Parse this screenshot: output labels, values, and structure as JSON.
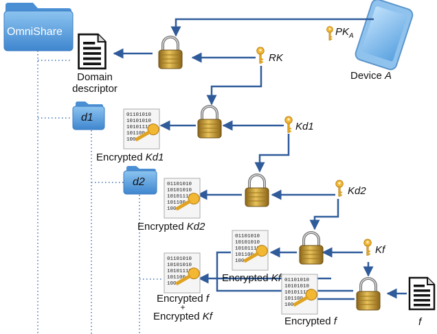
{
  "root_folder": {
    "label": "OmniShare"
  },
  "folders": [
    {
      "label": "d1"
    },
    {
      "label": "d2"
    }
  ],
  "device": {
    "name": "Device",
    "name_var": "A"
  },
  "keys": {
    "pk": {
      "base": "PK",
      "sub": "A"
    },
    "rk": "RK",
    "kd1": "Kd1",
    "kd2": "Kd2",
    "kf": "Kf",
    "f": "f"
  },
  "domain_descriptor": {
    "line1": "Domain",
    "line2": "descriptor"
  },
  "encrypted_labels": {
    "prefix": "Encrypted",
    "kd1": "Kd1",
    "kd2": "Kd2",
    "kf": "Kf",
    "f": "f",
    "plus": "+"
  },
  "binary_rows": [
    "01101010",
    "10101010",
    "10101110",
    "101100",
    "100"
  ],
  "colors": {
    "arrow": "#2f5b9a",
    "folder": "#5fa0dc",
    "lock_body": "#c99a2e",
    "key": "#e6a72a",
    "dotted_tree": "#3b6fb0"
  }
}
